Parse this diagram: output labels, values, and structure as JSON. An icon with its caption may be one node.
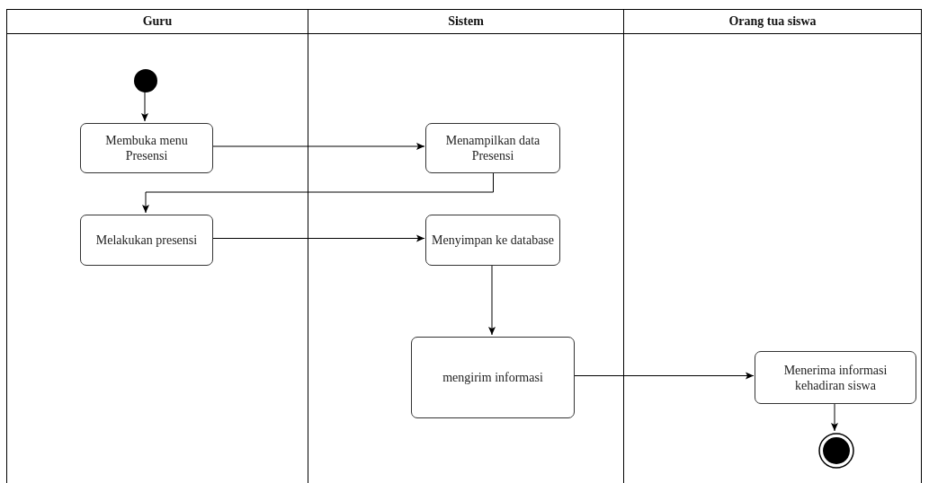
{
  "diagram": {
    "nodes": [
      {
        "text": [
          "Guru"
        ]
      },
      {
        "text": [
          "Sistem"
        ]
      },
      {
        "text": [
          "Orang tua siswa"
        ]
      },
      {
        "text": [],
        "shape": "circle",
        "in": 0
      },
      {
        "text": [
          "Membuka menu Presensi"
        ],
        "in": 0
      },
      {
        "text": [
          "Menampilkan data Presensi"
        ],
        "in": 1
      },
      {
        "text": [
          "Melakukan presensi"
        ],
        "in": 0
      },
      {
        "text": [
          "Menyimpan ke database"
        ],
        "in": 1
      },
      {
        "text": [
          "mengirim informasi"
        ],
        "in": 1
      },
      {
        "text": [
          "Menerima informasi kehadiran siswa"
        ],
        "in": 2
      },
      {
        "text": [],
        "shape": "bullseye",
        "in": 2
      }
    ],
    "edges": [
      {
        "from": 3,
        "to": 4,
        "arrow": "to"
      },
      {
        "from": 4,
        "to": 5,
        "arrow": "to"
      },
      {
        "from": 5,
        "to": 6,
        "arrow": "to"
      },
      {
        "from": 6,
        "to": 7,
        "arrow": "to"
      },
      {
        "from": 7,
        "to": 8,
        "arrow": "to"
      },
      {
        "from": 8,
        "to": 9,
        "arrow": "to"
      },
      {
        "from": 9,
        "to": 10,
        "arrow": "to"
      }
    ]
  }
}
